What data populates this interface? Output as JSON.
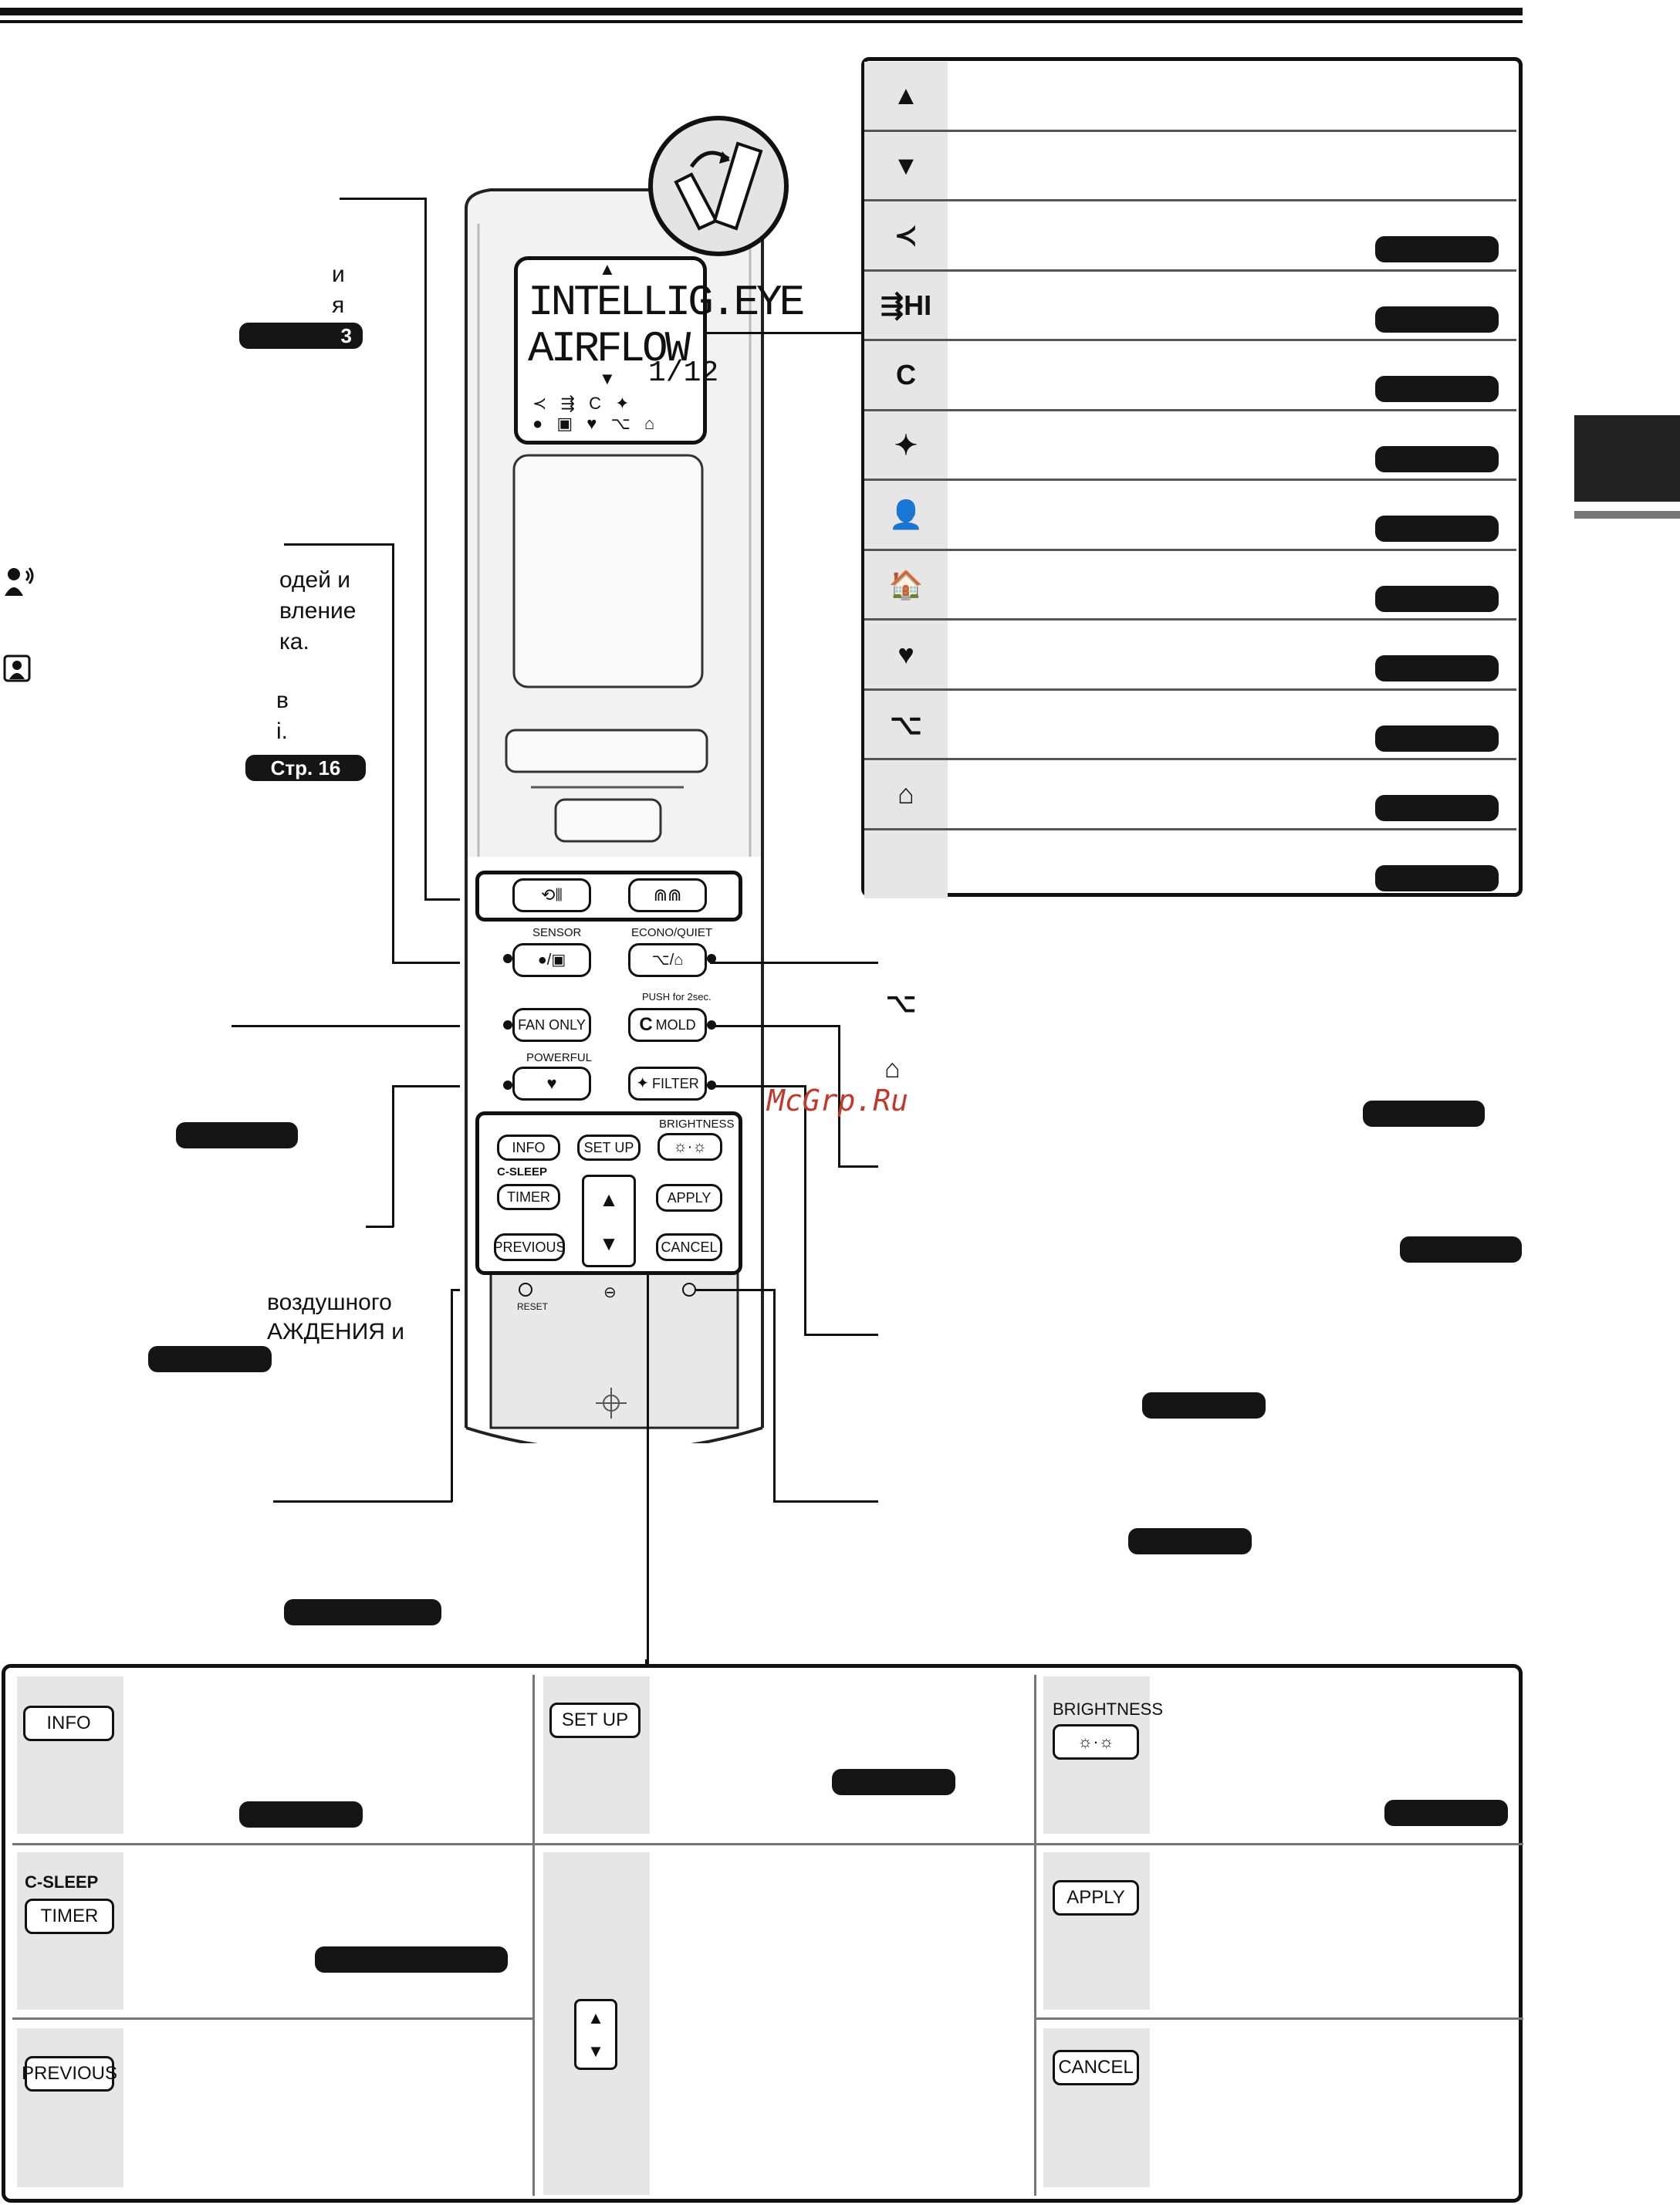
{
  "left_fragments": {
    "f1": "и",
    "f2": "я",
    "f3": "одей и",
    "f4": "вление",
    "f5": "ка.",
    "f6": "в",
    "f7": "і.",
    "f8": "воздушного",
    "f9": "АЖДЕНИЯ и"
  },
  "page_refs": {
    "ref_3": "3",
    "ref_16": "Стр. 16"
  },
  "lcd": {
    "line1": "INTELLIG.EYE",
    "line2": "AIRFLOW",
    "page": "1/12",
    "up_arrow": "▲",
    "down_arrow": "▼"
  },
  "remote_buttons": {
    "sensor_label": "SENSOR",
    "econo_quiet_label": "ECONO/QUIET",
    "push_label": "PUSH for 2sec.",
    "fan_only": "FAN ONLY",
    "mold": "MOLD",
    "powerful_label": "POWERFUL",
    "filter": "FILTER",
    "brightness_label": "BRIGHTNESS",
    "info": "INFO",
    "set_up": "SET UP",
    "c_sleep": "C-SLEEP",
    "timer": "TIMER",
    "apply": "APPLY",
    "previous": "PREVIOUS",
    "cancel": "CANCEL",
    "reset": "RESET"
  },
  "side_icons": {
    "econo": "⌥",
    "quiet": "⌂"
  },
  "right_table_icons": [
    "▲",
    "▼",
    "≺",
    "⇶HI",
    "C",
    "✦",
    "👤",
    "🏠",
    "♥",
    "⌥",
    "⌂",
    ""
  ],
  "bottom_grid": {
    "info": "INFO",
    "set_up": "SET UP",
    "brightness_label": "BRIGHTNESS",
    "brightness_icon": "☼·☼",
    "c_sleep": "C-SLEEP",
    "timer": "TIMER",
    "apply": "APPLY",
    "previous": "PREVIOUS",
    "cancel": "CANCEL",
    "up": "▲",
    "down": "▼"
  },
  "watermark": "McGrp.Ru",
  "colors": {
    "pill": "#151515",
    "cell_bg": "#e6e6e6",
    "watermark": "#c0392b"
  }
}
